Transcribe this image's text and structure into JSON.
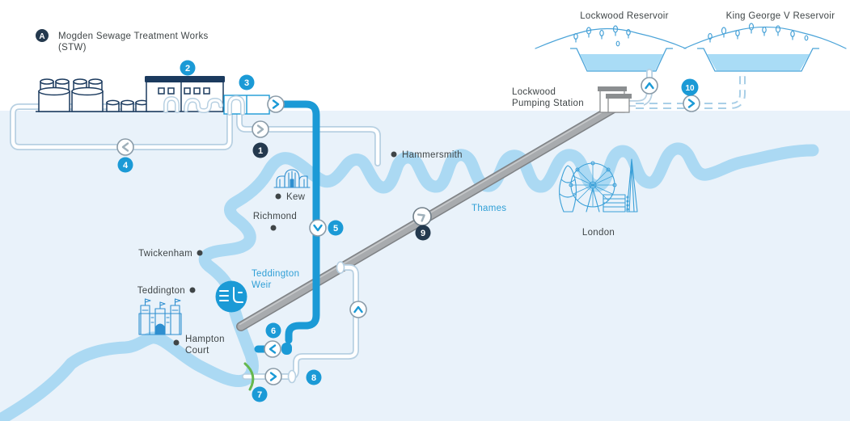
{
  "legend": {
    "marker": "A",
    "title_line1": "Mogden Sewage Treatment Works",
    "title_line2": "(STW)"
  },
  "badges": {
    "n1": "1",
    "n2": "2",
    "n3": "3",
    "n4": "4",
    "n5": "5",
    "n6": "6",
    "n7": "7",
    "n8": "8",
    "n9": "9",
    "n10": "10"
  },
  "reservoirs": {
    "lockwood_label": "Lockwood Reservoir",
    "king_george_label": "King George V Reservoir"
  },
  "pumping_station": {
    "label_line1": "Lockwood",
    "label_line2": "Pumping Station"
  },
  "places": {
    "hammersmith": "Hammersmith",
    "kew": "Kew",
    "richmond": "Richmond",
    "twickenham": "Twickenham",
    "teddington": "Teddington",
    "hampton_court_line1": "Hampton",
    "hampton_court_line2": "Court",
    "london": "London"
  },
  "water": {
    "thames_label": "Thames",
    "weir_label_line1": "Teddington",
    "weir_label_line2": "Weir"
  },
  "colors": {
    "accent_blue": "#1B9AD6",
    "dark_navy": "#24394E",
    "river_blue": "#ABD9F3",
    "pipe_outline": "#B7D0E2",
    "tunnel_gray": "#909497",
    "green": "#66B84E",
    "text_dark": "#3F4547",
    "blue_text": "#2F9FD6",
    "background_band": "#E9F2FA"
  }
}
